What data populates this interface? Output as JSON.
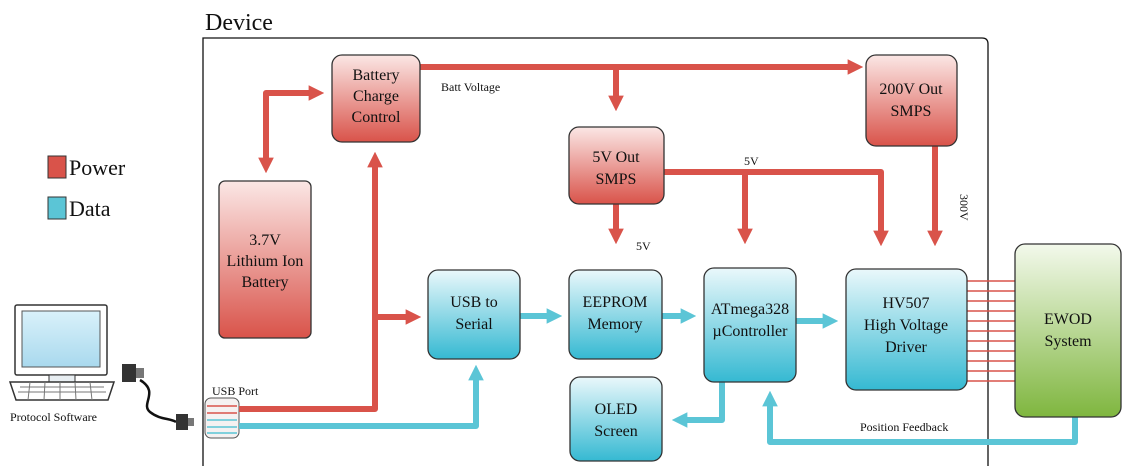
{
  "device": {
    "title": "Device"
  },
  "legend": {
    "power": {
      "label": "Power",
      "color": "#d9534a"
    },
    "data": {
      "label": "Data",
      "color": "#5bc5d6"
    }
  },
  "host": {
    "label": "Protocol Software",
    "port_label": "USB Port"
  },
  "blocks": {
    "battery_charge": [
      "Battery",
      "Charge",
      "Control"
    ],
    "battery": [
      "3.7V",
      "Lithium Ion",
      "Battery"
    ],
    "smps_5v": [
      "5V Out",
      "SMPS"
    ],
    "smps_200v": [
      "200V Out",
      "SMPS"
    ],
    "usb_serial": [
      "USB to",
      "Serial"
    ],
    "eeprom": [
      "EEPROM",
      "Memory"
    ],
    "mcu": [
      "ATmega328",
      "µController"
    ],
    "hv_driver": [
      "HV507",
      "High Voltage",
      "Driver"
    ],
    "oled": [
      "OLED",
      "Screen"
    ],
    "ewod": [
      "EWOD",
      "System"
    ]
  },
  "signals": {
    "batt_voltage": "Batt Voltage",
    "v5_top": "5V",
    "v5_eeprom": "5V",
    "v300": "300V",
    "position_feedback": "Position Feedback"
  },
  "colors": {
    "red_top": "#fbe7e5",
    "red_bottom": "#d9534a",
    "blue_top": "#e6f7fb",
    "blue_bottom": "#35b9d2",
    "green_top": "#f1f8e9",
    "green_bottom": "#7fb63f"
  }
}
